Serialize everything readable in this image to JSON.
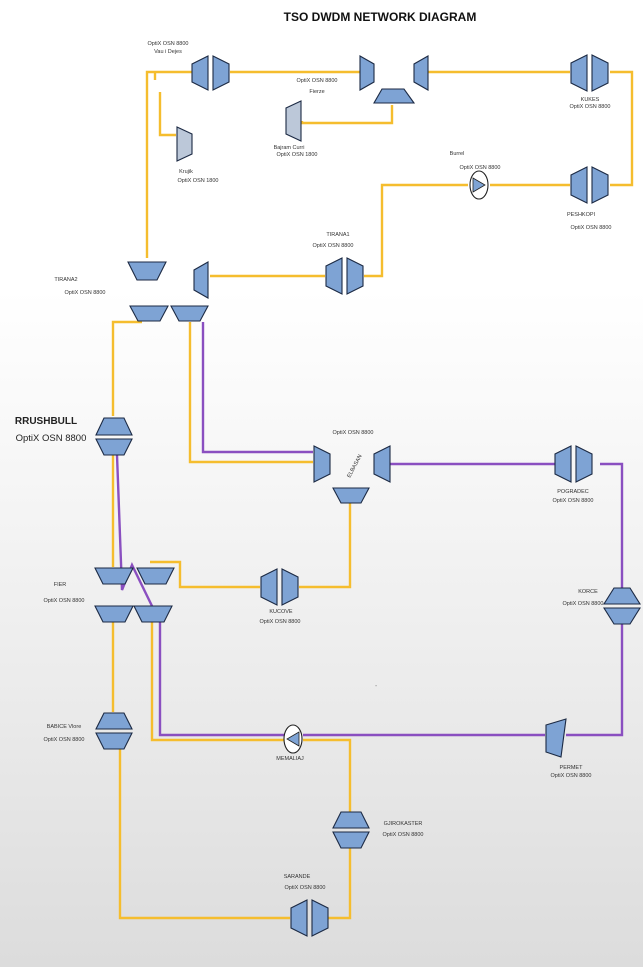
{
  "title": "TSO DWDM  NETWORK DIAGRAM",
  "labels": {
    "vau_dejes": [
      "OptiX OSN 8800",
      "Vau i Dejes"
    ],
    "fierze": [
      "OptiX OSN 8800",
      "Fierze"
    ],
    "kukes": [
      "KUKES",
      "OptiX OSN 8800"
    ],
    "bajram_curri": [
      "Bajram Curri",
      "OptiX OSN 1800"
    ],
    "krujik": [
      "Krujik",
      "OptiX OSN 1800"
    ],
    "burrel": [
      "Burrel",
      "OptiX OSN 8800"
    ],
    "peshkopi": [
      "PESHKOPI",
      "OptiX OSN 8800"
    ],
    "tirana1": [
      "TIRANA1",
      "OptiX OSN 8800"
    ],
    "tirana2": [
      "TIRANA2",
      "OptiX OSN 8800"
    ],
    "rrushbull": [
      "RRUSHBULL",
      "OptiX OSN 8800"
    ],
    "elbasan": [
      "OptiX OSN 8800",
      "ELBASAN"
    ],
    "pogradec": [
      "POGRADEC",
      "OptiX OSN 8800"
    ],
    "fier": [
      "FIER",
      "OptiX OSN 8800"
    ],
    "kucove": [
      "KUCOVE",
      "OptiX OSN 8800"
    ],
    "korce": [
      "KORCE",
      "OptiX OSN 8800"
    ],
    "babice": [
      "BABICE Vlore",
      "OptiX OSN 8800"
    ],
    "memaliaj": [
      "MEMALIAJ"
    ],
    "permet": [
      "PERMET",
      "OptiX OSN 8800"
    ],
    "gjirokaster": [
      "GJIROKASTER",
      "OptiX OSN 8800"
    ],
    "sarande": [
      "SARANDE",
      "OptiX OSN 8800"
    ]
  },
  "colors": {
    "yellow_link": "#f5bd2e",
    "purple_link": "#8a4fc0",
    "node_fill": "#7ea3d4",
    "node_stroke": "#1c2a44"
  },
  "misc": {
    "dot": "'"
  }
}
